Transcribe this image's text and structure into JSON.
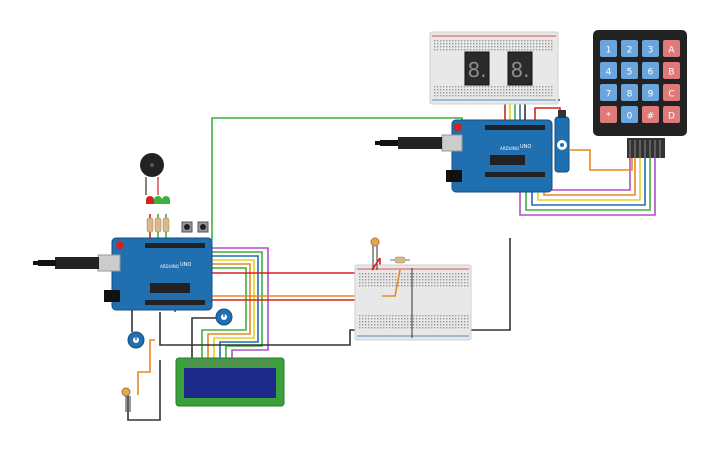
{
  "arduino_left": {
    "label_uno": "UNO",
    "label_brand": "ARDUINO"
  },
  "arduino_right": {
    "label_uno": "UNO",
    "label_brand": "ARDUINO"
  },
  "keypad": {
    "keys": [
      "1",
      "2",
      "3",
      "A",
      "4",
      "5",
      "6",
      "B",
      "7",
      "8",
      "9",
      "C",
      "*",
      "0",
      "#",
      "D"
    ]
  },
  "seven_segment": {
    "digits": [
      "8.",
      "8."
    ]
  },
  "colors": {
    "arduino": "#1f6fb1",
    "breadboard": "#e8e8e8",
    "keypad_body": "#222222",
    "key_blue": "#6aa6dd",
    "key_red": "#e07a7a",
    "lcd_body": "#3aa13a",
    "lcd_screen": "#1e2a8a",
    "wire_green": "#3db13d",
    "wire_red": "#d62020",
    "wire_orange": "#e8891e",
    "wire_black": "#333333",
    "wire_purple": "#b04fc8",
    "wire_yellow": "#e6d21f"
  }
}
